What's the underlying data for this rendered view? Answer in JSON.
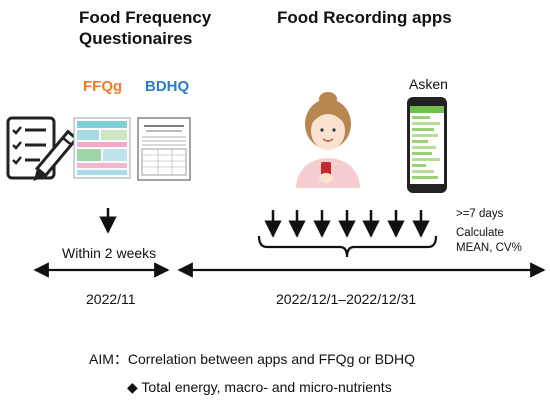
{
  "headings": {
    "ffq_title_line1": "Food Frequency",
    "ffq_title_line2": "Questionaires",
    "apps_title": "Food Recording apps"
  },
  "questionnaires": {
    "ffqg_label": "FFQg",
    "bdhq_label": "BDHQ",
    "ffqg_color": "#F07A2A",
    "bdhq_color": "#2E7CC4"
  },
  "apps": {
    "asken_label": "Asken"
  },
  "timeline": {
    "within_label": "Within 2 weeks",
    "min_days_label": ">=7 days",
    "calc_line1": "Calculate",
    "calc_line2": "MEAN, CV%",
    "date_left": "2022/11",
    "date_right": "2022/12/1–2022/12/31"
  },
  "footer": {
    "aim": "AIM：Correlation between apps and FFQg or BDHQ",
    "bullet": "◆ Total energy, macro- and micro-nutrients"
  },
  "icons": [
    "checklist-pen-icon",
    "ffqg-form-thumbnail",
    "bdhq-form-thumbnail",
    "woman-with-phone-icon",
    "smartphone-app-icon"
  ]
}
